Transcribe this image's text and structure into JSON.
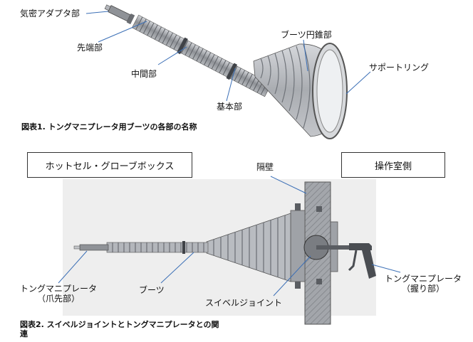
{
  "figure1": {
    "labels": {
      "adapter": "気密アダプタ部",
      "tip": "先端部",
      "middle": "中間部",
      "base": "基本部",
      "cone": "ブーツ円錐部",
      "ring": "サポートリング"
    },
    "caption": "図表1.  トングマニプレータ用ブーツの各部の名称"
  },
  "figure2": {
    "hot_cell_box": "ホットセル・グローブボックス",
    "operation_box": "操作室側",
    "labels": {
      "wall": "隔壁",
      "manip_tip_line1": "トングマニプレータ",
      "manip_tip_line2": "（爪先部）",
      "boots": "ブーツ",
      "swivel": "スイベルジョイント",
      "manip_grip_line1": "トングマニプレータ",
      "manip_grip_line2": "（握り部）"
    },
    "caption_line1": "図表2.  スイベルジョイントとトングマニプレータとの関",
    "caption_line2": "連"
  },
  "colors": {
    "leader": "#3b6fb6",
    "boot_fill": "#b9bcc1",
    "boot_rib": "#6f7379",
    "metal_dark": "#4a4d52",
    "wall_fill": "#9a9da2"
  }
}
